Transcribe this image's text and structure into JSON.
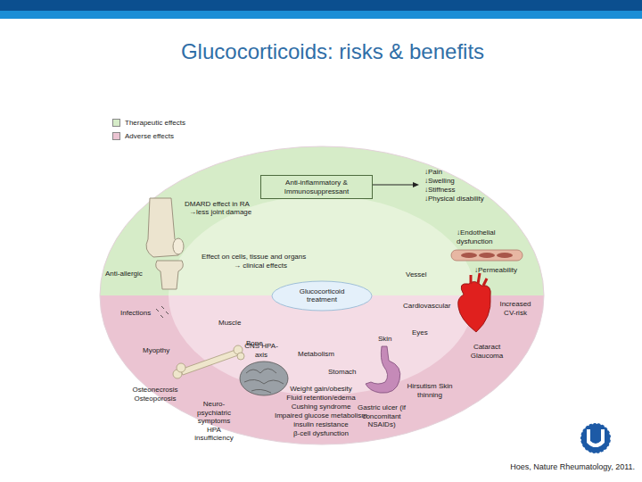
{
  "diagram": {
    "title": "Glucocorticoids: risks & benefits",
    "caption": "Hoes, Nature Rheumatology, 2011.",
    "nodes": [
      {
        "text": [
          "Anti-inflammatory & Immunosuppressant"
        ]
      },
      {
        "text": [
          "Glucocorticoid treatment"
        ]
      }
    ],
    "labels": [
      "DMARD effect in RA",
      "→less joint damage",
      "Effect on cells, tissue and organs",
      "→ clinical effects",
      "Anti-allergic",
      "↓Pain",
      "↓Swelling",
      "↓Stiffness",
      "↓Physical disability",
      "↓Endothelial dysfunction",
      "↓Permeability",
      "Vessel",
      "Cardiovascular",
      "Increased CV-risk",
      "Eyes",
      "Cataract Glaucoma",
      "Skin",
      "Hirsutism Skin thinning",
      "Stomach",
      "Gastric ulcer (if concomitant NSAIDs)",
      "Metabolism",
      "Weight gain/obesity",
      "Fluid retention/edema",
      "Cushing syndrome",
      "Impaired glucose metabolism",
      "insulin resistance",
      "β-cell dysfunction",
      "CNS HPA-axis",
      "Neuro-psychiatric symptoms HPA insufficiency",
      "Bone",
      "Osteonecrosis Osteoporosis",
      "Muscle",
      "Myopthy",
      "Infections"
    ],
    "legend": [
      {
        "text": "Therapeutic effects",
        "color": "#d6ecc8"
      },
      {
        "text": "Adverse effects",
        "color": "#ebc4d2"
      }
    ]
  }
}
